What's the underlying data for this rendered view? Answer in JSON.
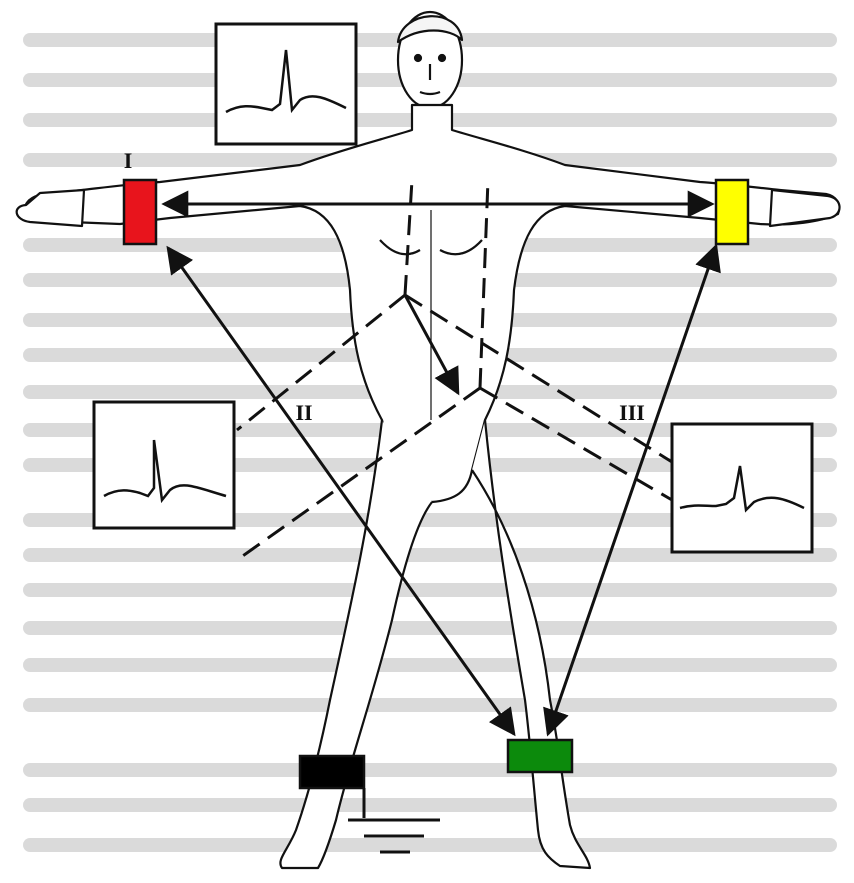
{
  "leads": {
    "lead_1": "I",
    "lead_2": "II",
    "lead_3": "III"
  },
  "electrodes": {
    "right_arm": "#e8141c",
    "left_arm": "#ffff00",
    "left_leg": "#0c8a0c",
    "right_leg_ground": "#000000"
  },
  "colors": {
    "line": "#111111",
    "background_text": "#c9c9c9",
    "ecg_box_fill": "#ffffff"
  },
  "icons": {
    "ground": "ground-symbol-icon",
    "figure": "human-body-outline",
    "ecg": "ecg-trace-icon"
  }
}
